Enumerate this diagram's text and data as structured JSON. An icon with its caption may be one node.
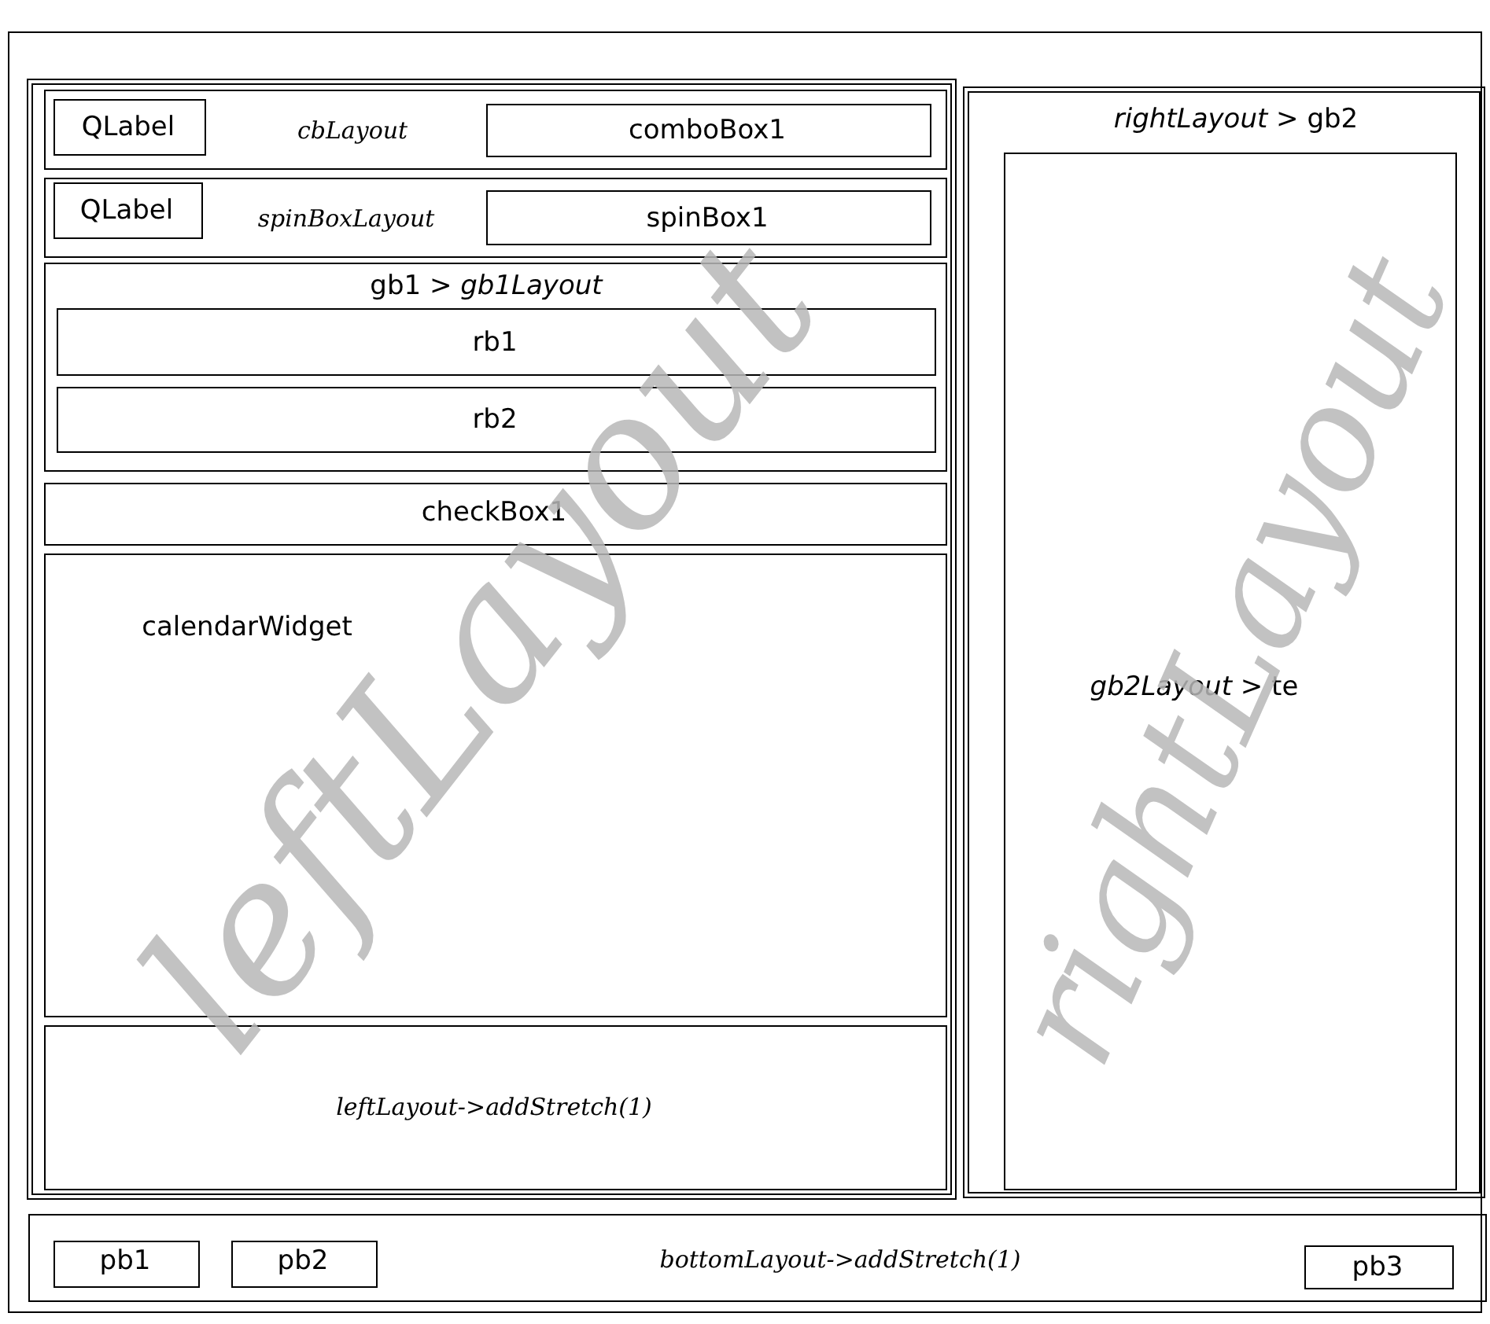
{
  "diagram": {
    "nodes": [
      {
        "text": [],
        "shape": "box"
      },
      {
        "text": [],
        "shape": "box",
        "in": 0
      },
      {
        "text": [
          "cbLayout"
        ],
        "in": 1
      },
      {
        "text": [
          "QLabel"
        ],
        "in": 2
      },
      {
        "text": [
          "comboBox1"
        ],
        "in": 2
      },
      {
        "text": [
          "spinBoxLayout"
        ],
        "in": 1
      },
      {
        "text": [
          "QLabel"
        ],
        "in": 5
      },
      {
        "text": [
          "spinBox1"
        ],
        "in": 5
      },
      {
        "text": [
          "gb1 > *gb1Layout*"
        ],
        "in": 1
      },
      {
        "text": [
          "rb1"
        ],
        "in": 8
      },
      {
        "text": [
          "rb2"
        ],
        "in": 8
      },
      {
        "text": [
          "checkBox1"
        ],
        "in": 1
      },
      {
        "text": [
          "calendarWidget"
        ],
        "in": 1
      },
      {
        "text": [
          "leftLayout->addStretch(1)"
        ],
        "in": 1
      },
      {
        "text": [
          "*rightLayout* > gb2"
        ],
        "in": 0
      },
      {
        "text": [
          "*gb2Layout* > te"
        ],
        "in": 14
      },
      {
        "text": [
          "bottomLayout->addStretch(1)"
        ],
        "in": 0
      },
      {
        "text": [
          "pb1"
        ],
        "in": 16
      },
      {
        "text": [
          "pb2"
        ],
        "in": 16
      },
      {
        "text": [
          "pb3"
        ],
        "in": 16
      }
    ],
    "labels": [
      "leftLayout",
      "rightLayout"
    ]
  }
}
